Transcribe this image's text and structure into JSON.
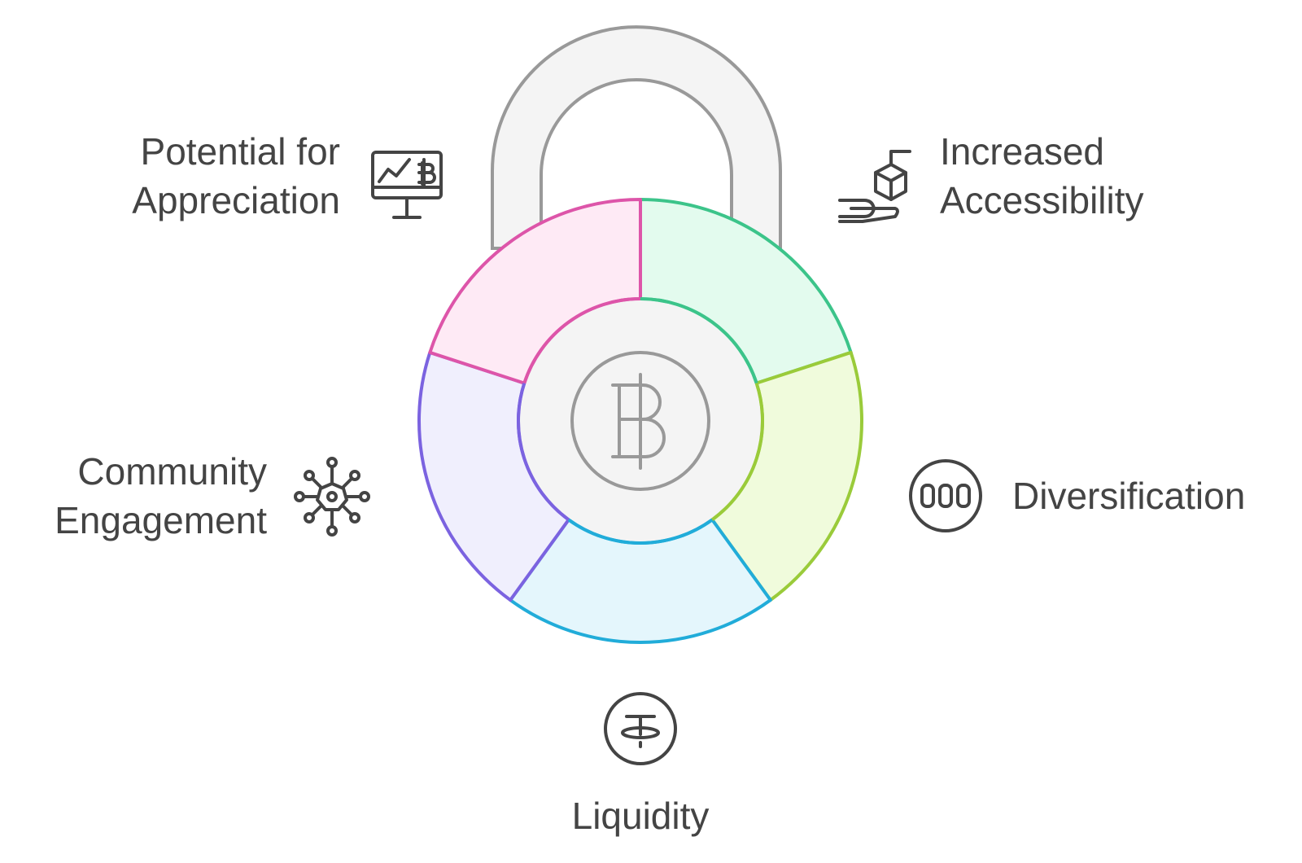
{
  "center_icon": "bitcoin-icon",
  "segments": [
    {
      "id": "increased-accessibility",
      "label_lines": [
        "Increased",
        "Accessibility"
      ],
      "icon": "hand-box-icon",
      "stroke": "#3cc48a",
      "fill": "#e3fbee"
    },
    {
      "id": "diversification",
      "label_lines": [
        "Diversification"
      ],
      "icon": "coins-circle-icon",
      "stroke": "#9acb3a",
      "fill": "#f0fbdc"
    },
    {
      "id": "liquidity",
      "label_lines": [
        "Liquidity"
      ],
      "icon": "liquidity-circle-icon",
      "stroke": "#21acd9",
      "fill": "#e4f6fc"
    },
    {
      "id": "community-engagement",
      "label_lines": [
        "Community",
        "Engagement"
      ],
      "icon": "network-gear-icon",
      "stroke": "#7b63e0",
      "fill": "#f0effd"
    },
    {
      "id": "potential-for-appreciation",
      "label_lines": [
        "Potential for",
        "Appreciation"
      ],
      "icon": "monitor-bitcoin-chart-icon",
      "stroke": "#dd55a9",
      "fill": "#feeaf5"
    }
  ],
  "colors": {
    "lock_fill": "#f4f4f4",
    "lock_stroke": "#999999",
    "text": "#444444"
  }
}
